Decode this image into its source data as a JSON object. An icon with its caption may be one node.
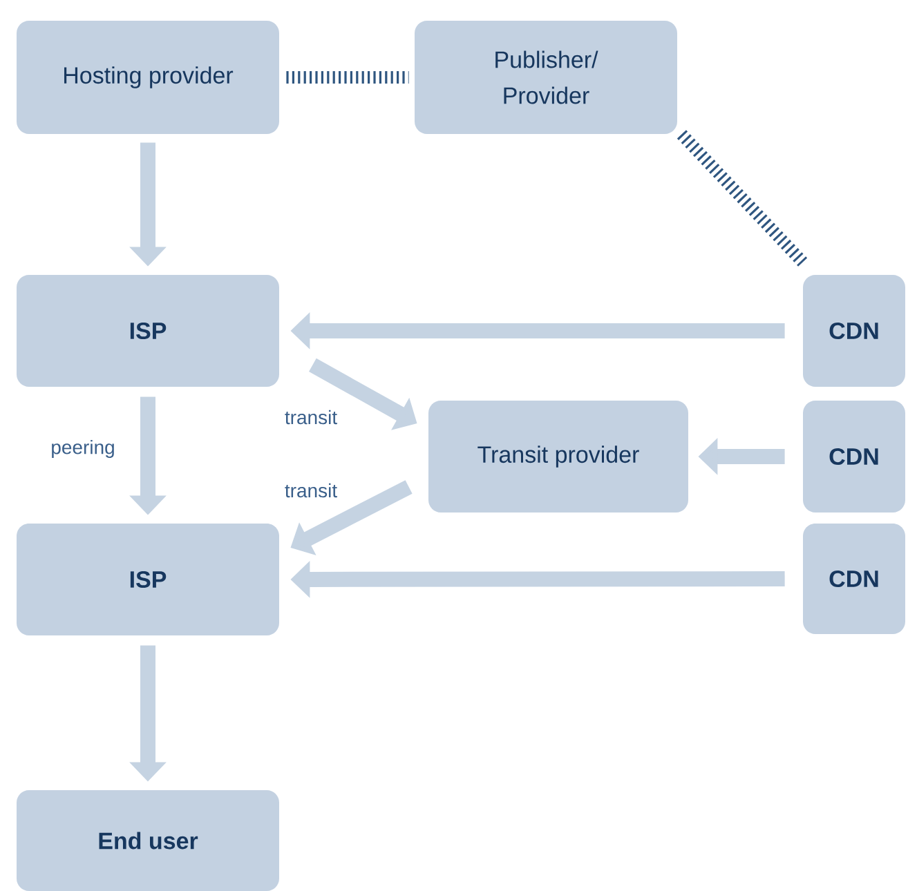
{
  "diagram": {
    "nodes": [
      {
        "text": [
          "Hosting provider"
        ]
      },
      {
        "text": [
          "Publisher/ Provider"
        ]
      },
      {
        "text": [
          "ISP"
        ]
      },
      {
        "text": [
          "CDN"
        ]
      },
      {
        "text": [
          "Transit provider"
        ]
      },
      {
        "text": [
          "CDN"
        ]
      },
      {
        "text": [
          "ISP"
        ]
      },
      {
        "text": [
          "CDN"
        ]
      },
      {
        "text": [
          "End user"
        ]
      }
    ],
    "edges": [
      {
        "from": 0,
        "to": 1,
        "arrow": "none",
        "style": "dashed",
        "color": "#2f5680"
      },
      {
        "from": 1,
        "to": 3,
        "arrow": "none",
        "style": "dashed",
        "color": "#2f5680"
      },
      {
        "from": 0,
        "to": 2,
        "arrow": "to"
      },
      {
        "from": 3,
        "to": 2,
        "arrow": "to"
      },
      {
        "from": 2,
        "to": 4,
        "arrow": "to",
        "label": "transit"
      },
      {
        "from": 5,
        "to": 4,
        "arrow": "to"
      },
      {
        "from": 2,
        "to": 6,
        "arrow": "to",
        "label": "peering"
      },
      {
        "from": 4,
        "to": 6,
        "arrow": "to",
        "label": "transit"
      },
      {
        "from": 7,
        "to": 6,
        "arrow": "to"
      },
      {
        "from": 6,
        "to": 8,
        "arrow": "to"
      }
    ]
  }
}
